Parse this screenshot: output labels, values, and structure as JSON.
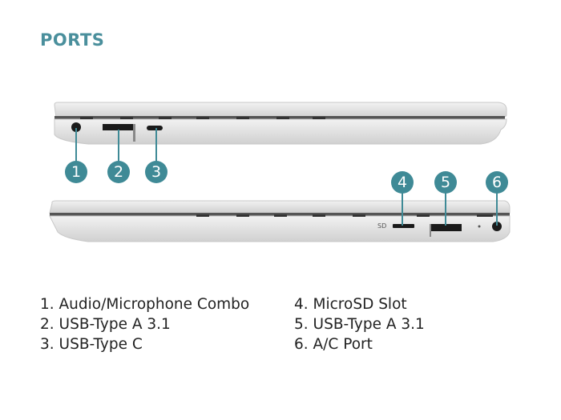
{
  "title": "PORTS",
  "colors": {
    "accent": "#3f8a96",
    "body": "#e6e6e6",
    "port": "#1a1a1a"
  },
  "badges": [
    "1",
    "2",
    "3",
    "4",
    "5",
    "6"
  ],
  "port_labels": {
    "sd": "SD"
  },
  "legend": {
    "left": [
      "1. Audio/Microphone Combo",
      "2. USB-Type A 3.1",
      "3. USB-Type C"
    ],
    "right": [
      "4. MicroSD Slot",
      "5. USB-Type A 3.1",
      "6. A/C Port"
    ]
  }
}
